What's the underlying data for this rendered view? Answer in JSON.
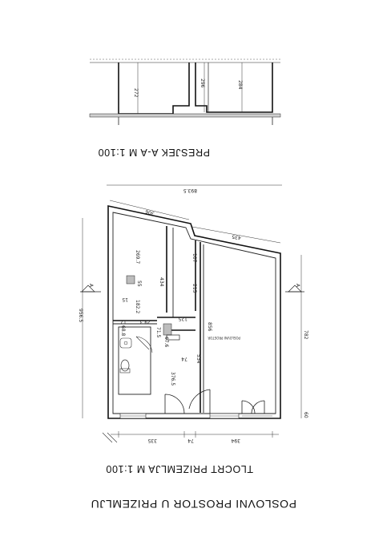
{
  "drawing": {
    "sheet_title": "POSLOVNI PROSTOR U PRIZEMLJU",
    "floor_plan_title": "TLOCRT PRIZEMLJA M 1:100",
    "section_title": "PRESJEK A-A M 1:100",
    "section_marker_left": "A",
    "section_marker_right": "A",
    "room_label": "POSLOVNI PROSTOR"
  },
  "section_dims": {
    "h1": "272",
    "h2": "296",
    "h3": "284"
  },
  "plan_dims": {
    "overall_width": "893.5",
    "top_left": "306",
    "top_right": "435",
    "overall_height": "956.5",
    "right_height": "782",
    "right_bottom": "60",
    "left_room_height": "269.7",
    "mid_height": "434",
    "bath_height": "182.2",
    "small_15": "15",
    "small_55": "55",
    "small_16": "16",
    "small_17": "17",
    "d_107": "107",
    "d_215": "215",
    "d_856": "856",
    "d_125": "125",
    "d_29": "29.3",
    "d_715": "71.5",
    "d_676": "67.6",
    "d_688": "68.8",
    "d_534": "534",
    "d_74a": "74",
    "d_3765": "376.5",
    "bottom_335": "335",
    "bottom_74": "74",
    "bottom_394": "394"
  }
}
